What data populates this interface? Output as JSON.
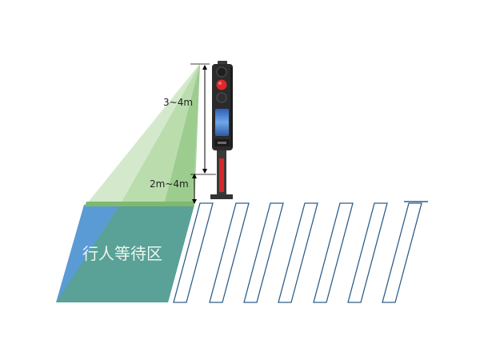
{
  "labels": {
    "camera_height": "3~4m",
    "camera_distance": "2m~4m",
    "waiting_zone": "行人等待区"
  },
  "colors": {
    "beam_light": "#cfe7c6",
    "beam_mid": "#a8d39a",
    "beam_dark": "#8fc47e",
    "zone_blue": "#5b9bd5",
    "zone_teal": "#5aa197",
    "crosswalk_stroke": "#2f5f8a",
    "pole_red": "#d8262b",
    "signal_body": "#2b2b2b",
    "screen_blue": "#4b7fd1"
  },
  "icons": {
    "traffic_signal": "traffic-signal-icon",
    "arrow": "double-arrow-icon"
  },
  "crosswalk": {
    "stripe_count": 7
  }
}
